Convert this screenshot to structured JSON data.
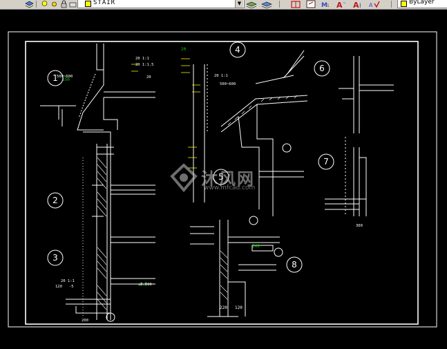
{
  "toolbar": {
    "layer_name": "STAIR",
    "color_value": "ByLayer",
    "combo_arrow": "▼"
  },
  "drawing": {
    "background": "#000000",
    "line_color": "#ffffff",
    "accent_color": "#ffff00",
    "detail_labels": [
      "1",
      "2",
      "3",
      "4",
      "5",
      "6",
      "7",
      "8"
    ],
    "dims": [
      "220",
      "120"
    ]
  },
  "watermark": {
    "brand": "沐风网",
    "url": "www.mfcad.com"
  }
}
